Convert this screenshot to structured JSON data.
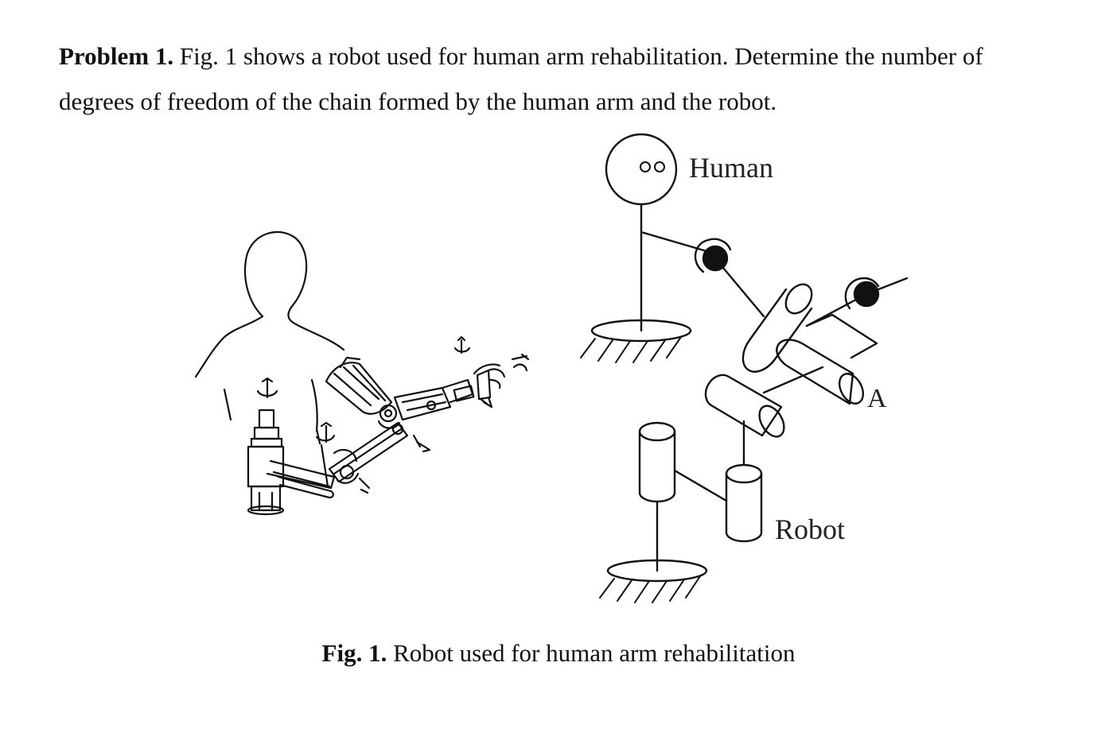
{
  "problem": {
    "label": "Problem 1.",
    "text": " Fig. 1 shows a robot used for human arm rehabilitation. Determine the number of degrees of freedom of the chain formed by the human arm and the robot."
  },
  "figure": {
    "label_human": "Human",
    "label_robot": "Robot",
    "label_a": "A"
  },
  "caption": {
    "label": "Fig. 1.",
    "text": " Robot used for human arm rehabilitation"
  }
}
